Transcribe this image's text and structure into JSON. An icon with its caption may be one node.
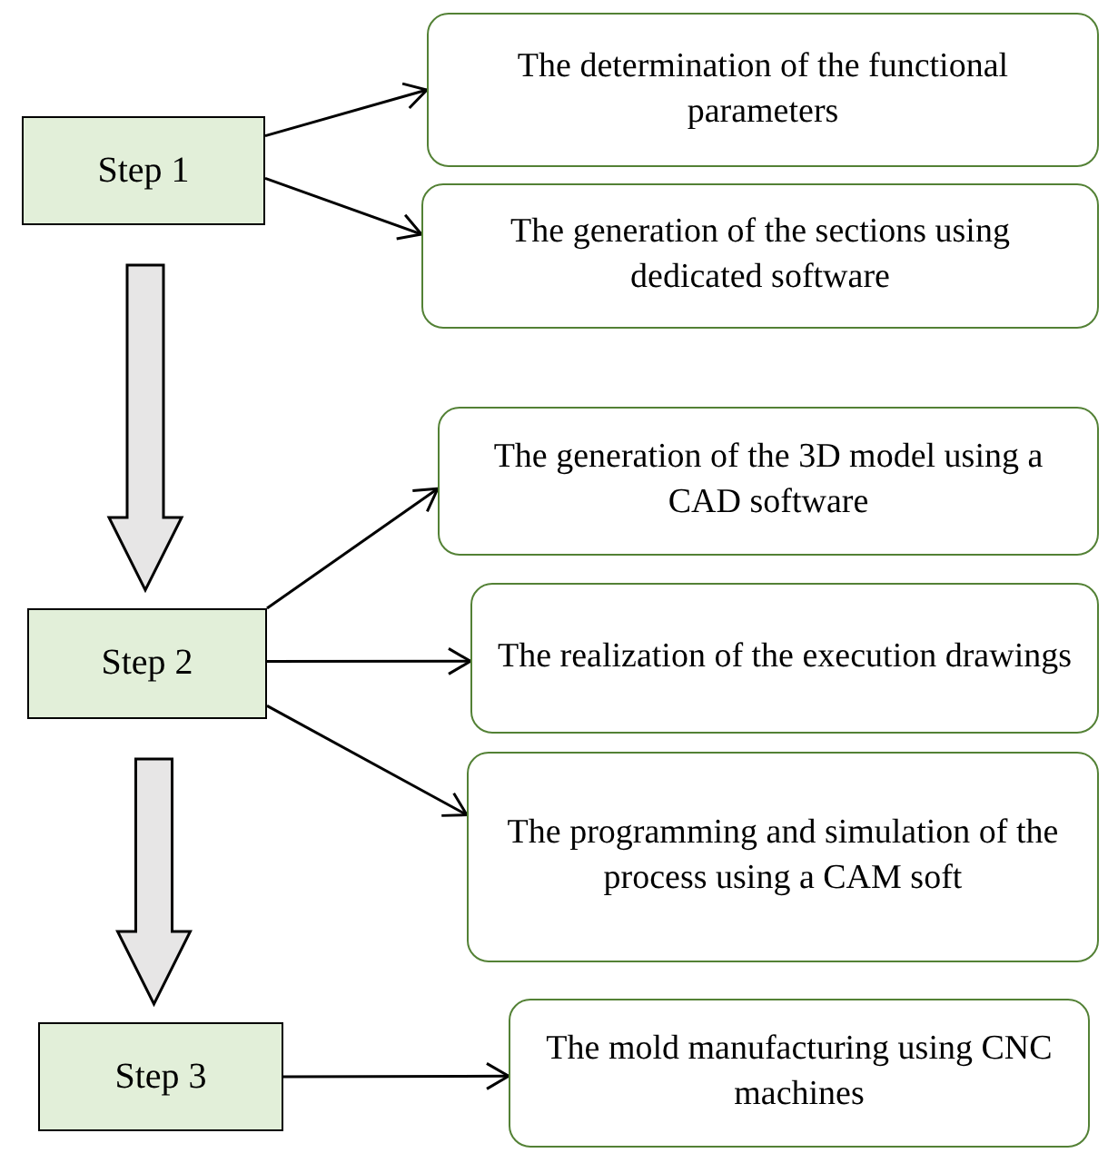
{
  "diagram": {
    "nodes": [
      {
        "text": [
          "Step 1"
        ]
      },
      {
        "text": [
          "The determination of the functional parameters"
        ]
      },
      {
        "text": [
          "The generation of the sections using dedicated software"
        ]
      },
      {
        "text": [
          "Step 2"
        ]
      },
      {
        "text": [
          "The generation of the 3D model using a CAD software"
        ]
      },
      {
        "text": [
          "The realization of the execution drawings"
        ]
      },
      {
        "text": [
          "The programming and simulation of the process using a CAM soft"
        ]
      },
      {
        "text": [
          "Step 3"
        ]
      },
      {
        "text": [
          "The mold manufacturing using CNC machines"
        ]
      }
    ],
    "edges": [
      {
        "from": 0,
        "to": 1,
        "arrow": "to"
      },
      {
        "from": 0,
        "to": 2,
        "arrow": "to"
      },
      {
        "from": 0,
        "to": 3,
        "arrow": "to",
        "style": "thick"
      },
      {
        "from": 3,
        "to": 4,
        "arrow": "to"
      },
      {
        "from": 3,
        "to": 5,
        "arrow": "to"
      },
      {
        "from": 3,
        "to": 6,
        "arrow": "to"
      },
      {
        "from": 3,
        "to": 7,
        "arrow": "to",
        "style": "thick"
      },
      {
        "from": 7,
        "to": 8,
        "arrow": "to"
      }
    ]
  }
}
